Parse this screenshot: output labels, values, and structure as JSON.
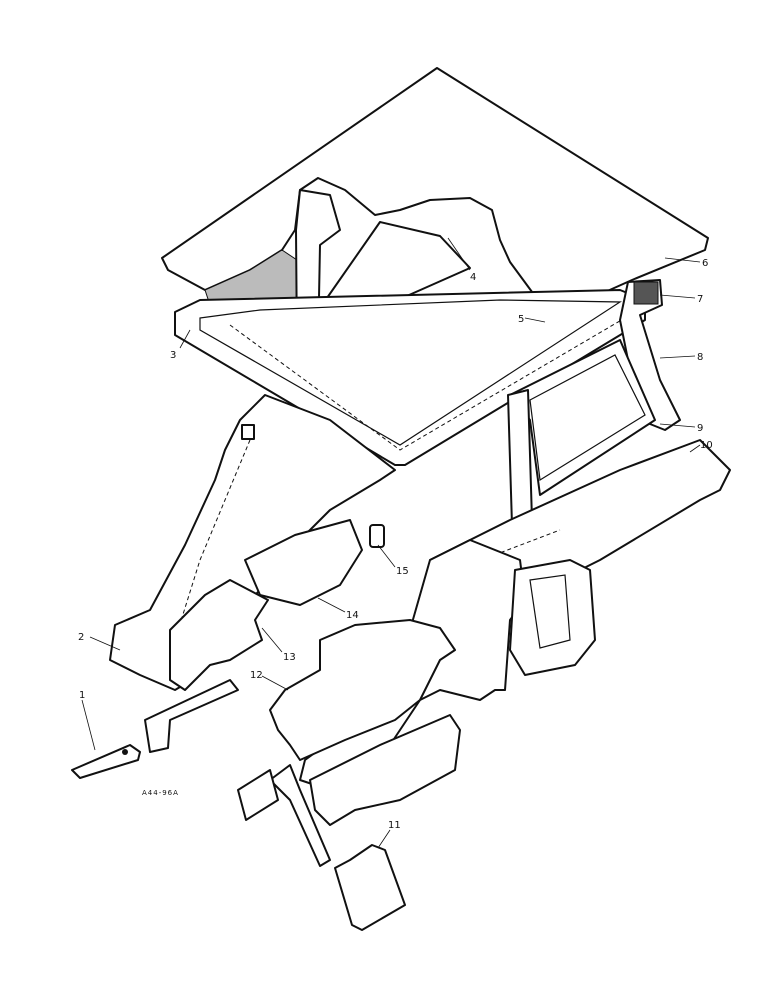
{
  "callouts": {
    "c1": "1",
    "c2": "2",
    "c3": "3",
    "c4": "4",
    "c5": "5",
    "c6": "6",
    "c7": "7",
    "c8": "8",
    "c9": "9",
    "c10": "10",
    "c11": "11",
    "c12": "12",
    "c13": "13",
    "c14": "14",
    "c15": "15"
  },
  "figure_code": "A44-96A",
  "colors": {
    "line": "#111111",
    "background": "#ffffff"
  }
}
